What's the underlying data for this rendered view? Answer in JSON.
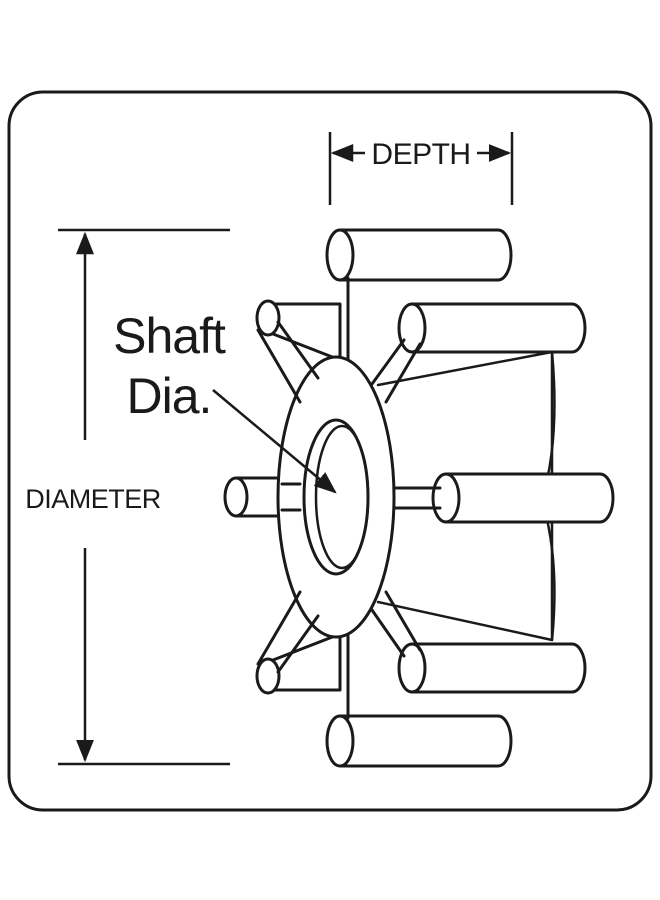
{
  "labels": {
    "depth": "DEPTH",
    "diameter": "DIAMETER",
    "shaft_line1": "Shaft",
    "shaft_line2": "Dia."
  },
  "colors": {
    "ink": "#1a1a1a",
    "background": "#ffffff"
  }
}
